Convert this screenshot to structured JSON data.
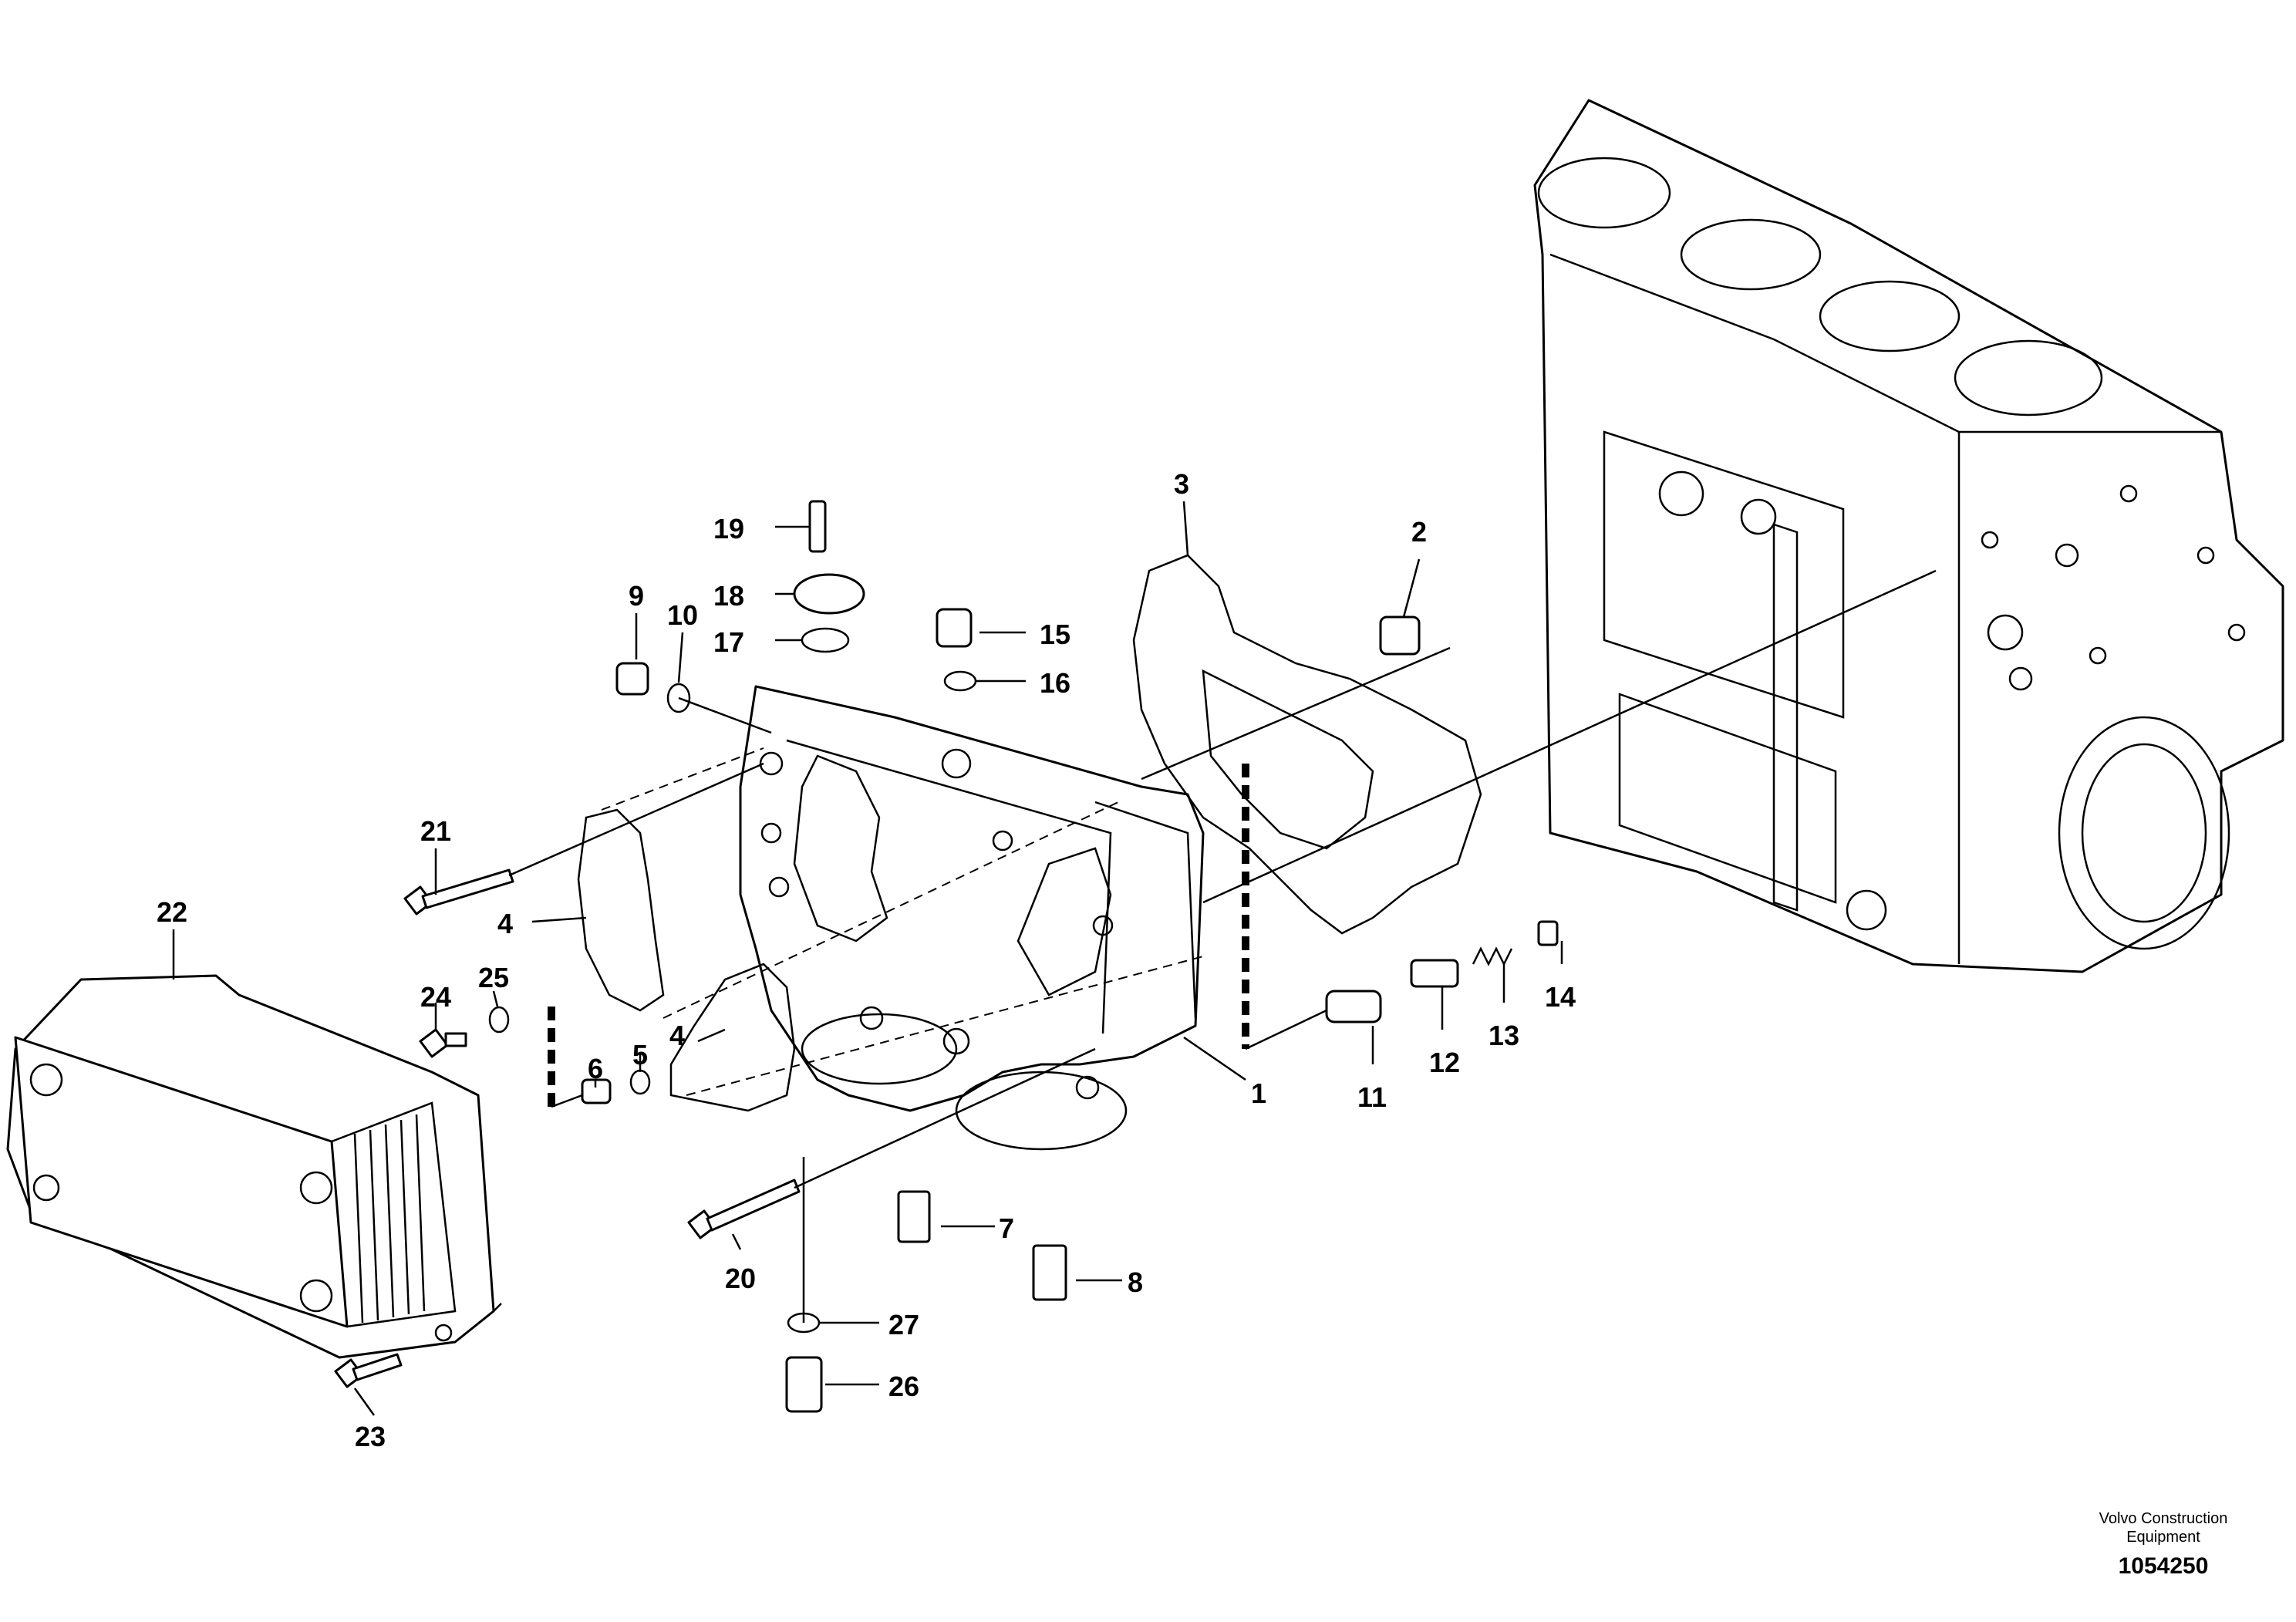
{
  "diagram": {
    "callouts": [
      "1",
      "2",
      "3",
      "4",
      "4",
      "5",
      "6",
      "7",
      "8",
      "9",
      "10",
      "11",
      "12",
      "13",
      "14",
      "15",
      "16",
      "17",
      "18",
      "19",
      "20",
      "21",
      "22",
      "23",
      "24",
      "25",
      "26",
      "27"
    ],
    "footer": {
      "credit_line1": "Volvo Construction",
      "credit_line2": "Equipment",
      "drawing_number": "1054250"
    }
  }
}
